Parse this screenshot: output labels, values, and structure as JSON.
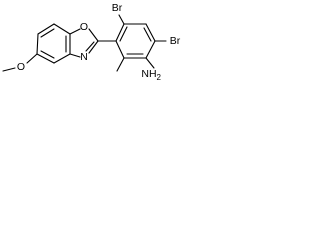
{
  "diagram_type": "chemical-structure",
  "atom_labels": {
    "methoxy_o": "O",
    "ring_o": "O",
    "ring_n": "N",
    "br_top": "Br",
    "br_right": "Br",
    "amine": "NH",
    "amine_sub": "2"
  },
  "colors": {
    "ink": "#000000",
    "background": "#ffffff"
  }
}
